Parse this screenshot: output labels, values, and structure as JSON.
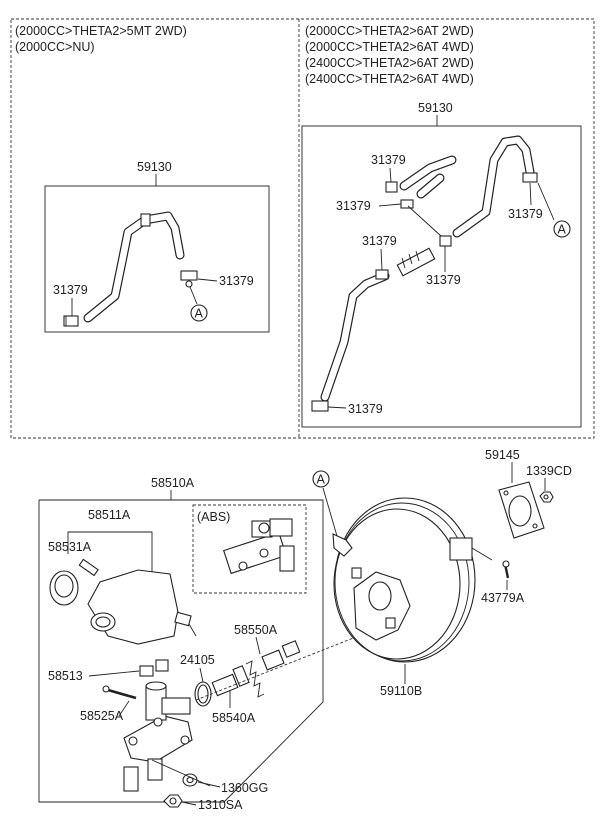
{
  "variants": {
    "left": [
      "(2000CC>THETA2>5MT 2WD)",
      "(2000CC>NU)"
    ],
    "right": [
      "(2000CC>THETA2>6AT 2WD)",
      "(2000CC>THETA2>6AT 4WD)",
      "(2400CC>THETA2>6AT 2WD)",
      "(2400CC>THETA2>6AT 4WD)"
    ]
  },
  "labels": {
    "hose_left": "59130",
    "hose_right": "59130",
    "clamp": "31379",
    "ref_a": "A",
    "cylinder_assy": "58510A",
    "reservoir_assy": "58511A",
    "cap": "58531A",
    "abs": "(ABS)",
    "grommet": "58513",
    "pin": "58525A",
    "oring": "24105",
    "kit_a": "58550A",
    "kit_b": "58540A",
    "nut_a": "1360GG",
    "nut_b": "1310SA",
    "booster": "59110B",
    "gasket": "59145",
    "nut_c": "1339CD",
    "clevis": "43779A"
  }
}
